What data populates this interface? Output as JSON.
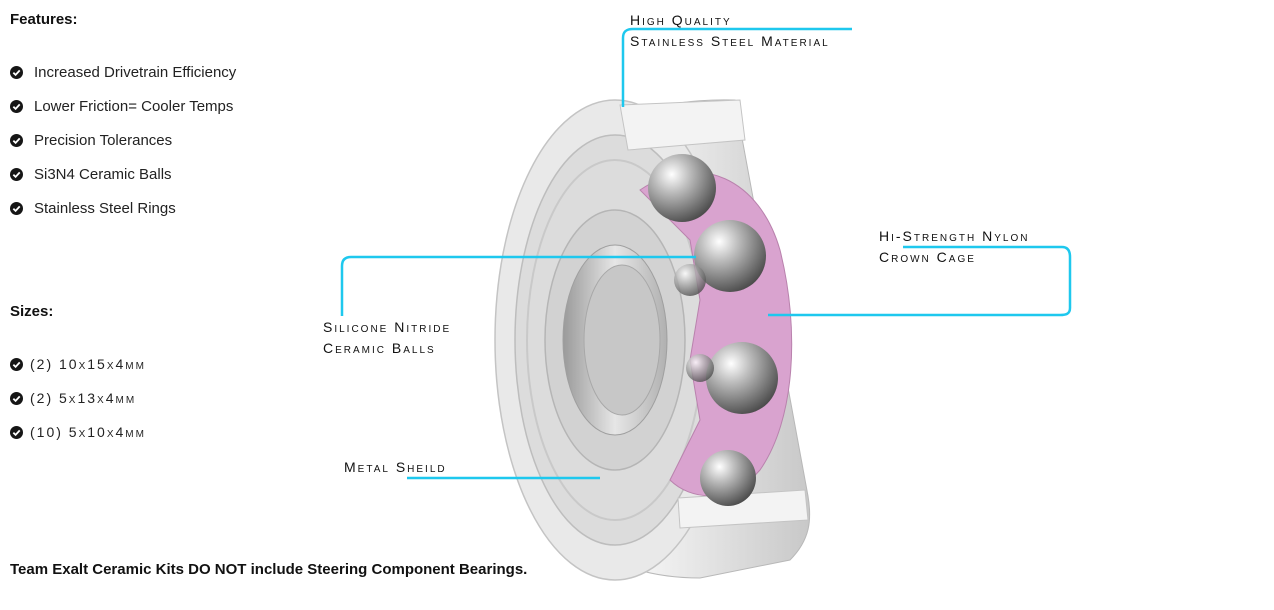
{
  "features": {
    "heading": "Features:",
    "items": [
      "Increased Drivetrain Efficiency",
      "Lower Friction= Cooler Temps",
      "Precision Tolerances",
      "Si3N4 Ceramic Balls",
      "Stainless Steel Rings"
    ]
  },
  "sizes": {
    "heading": "Sizes:",
    "items": [
      "(2) 10x15x4mm",
      "(2) 5x13x4mm",
      "(10) 5x10x4mm"
    ]
  },
  "callouts": {
    "material": [
      "High Quality",
      "Stainless Steel Material"
    ],
    "cage": [
      "Hi-Strength Nylon",
      "Crown Cage"
    ],
    "balls": [
      "Silicone Nitride",
      "Ceramic Balls"
    ],
    "shield": [
      "Metal Sheild"
    ]
  },
  "footer": "Team Exalt Ceramic Kits DO NOT include Steering Component Bearings.",
  "colors": {
    "callout_line": "#1ec8ee",
    "cage": "#d9a3cf",
    "text": "#111111"
  }
}
